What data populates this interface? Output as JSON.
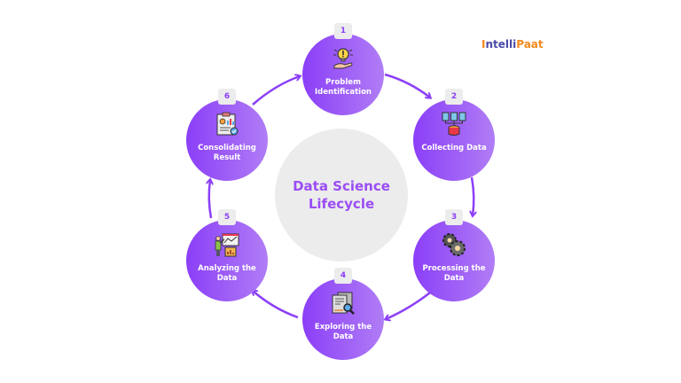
{
  "title": "Data Science Lifecycle",
  "brand": {
    "name_part1": "ntelli",
    "name_part2": "Paat",
    "logo_mark": "I"
  },
  "colors": {
    "accent": "#8b3ff7",
    "accent_light": "#b07df6",
    "center_bg": "#ececec",
    "badge_bg": "#ececec",
    "logo_orange": "#f28a1d",
    "logo_navy": "#4a4aa8"
  },
  "steps": [
    {
      "number": "1",
      "label": "Problem Identification",
      "icon": "lightbulb-hand-icon"
    },
    {
      "number": "2",
      "label": "Collecting Data",
      "icon": "database-servers-icon"
    },
    {
      "number": "3",
      "label": "Processing the Data",
      "icon": "gears-icon"
    },
    {
      "number": "4",
      "label": "Exploring the Data",
      "icon": "document-magnifier-icon"
    },
    {
      "number": "5",
      "label": "Analyzing the Data",
      "icon": "presenter-chart-icon"
    },
    {
      "number": "6",
      "label": "Consolidating Result",
      "icon": "report-clipboard-icon"
    }
  ]
}
